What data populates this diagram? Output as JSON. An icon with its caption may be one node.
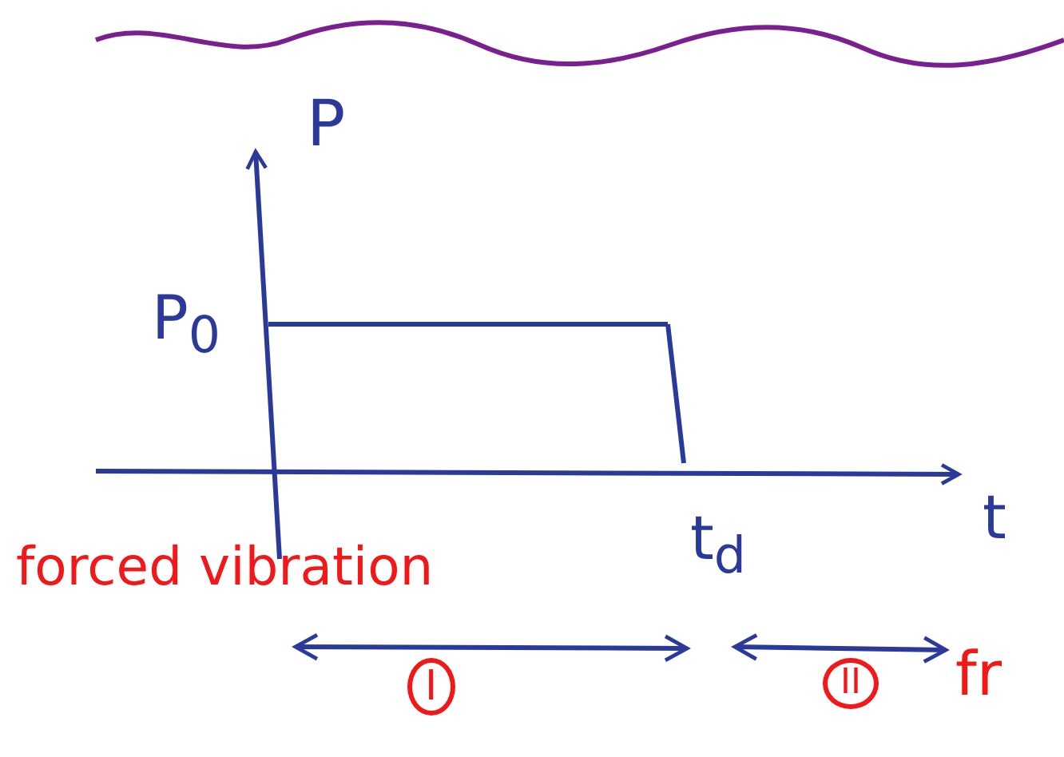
{
  "diagram": {
    "labels": [
      "P",
      "P$_{0}$",
      "t",
      "t$_{d}$",
      "forced vibration",
      "I",
      "II",
      "fr"
    ]
  }
}
